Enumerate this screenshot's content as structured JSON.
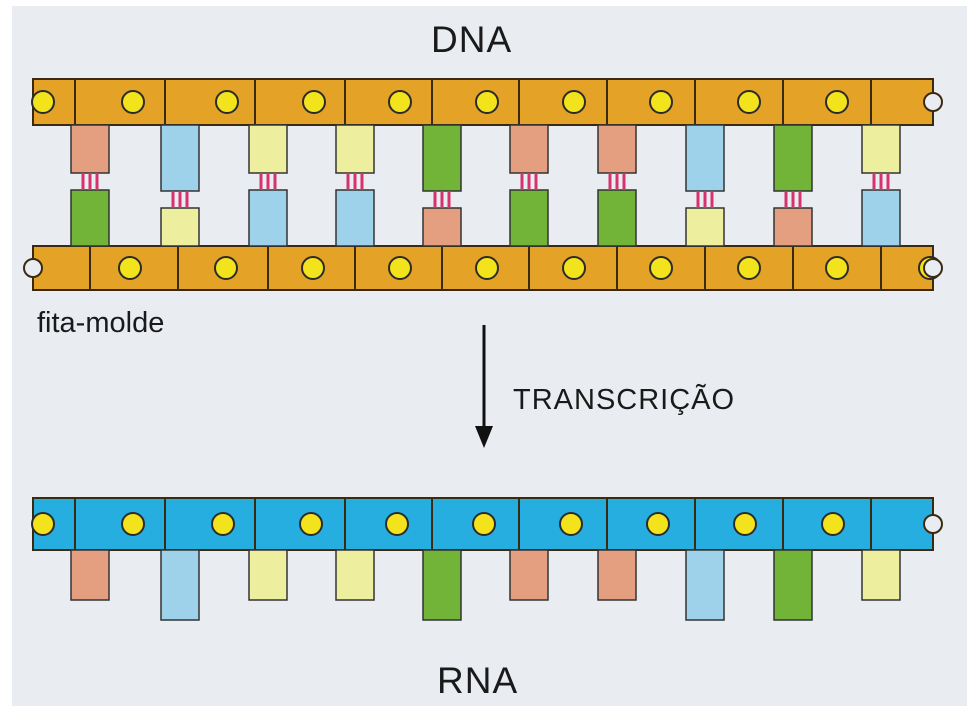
{
  "labels": {
    "dna": "DNA",
    "rna": "RNA",
    "template_strand": "fita-molde",
    "transcription": "TRANSCRIÇÃO"
  },
  "colors": {
    "background": "#e9ecf1",
    "dna_backbone": "#e4a326",
    "rna_backbone": "#27aee0",
    "phosphate": "#f2e31c",
    "base_orange": "#e39f80",
    "base_blue": "#9dd2ea",
    "base_yellow": "#eeef9e",
    "base_green": "#72b437",
    "hydrogen_bond": "#d6336c"
  },
  "dna": {
    "top_strand_bases": [
      "orange",
      "blue",
      "yellow",
      "yellow",
      "green",
      "orange",
      "orange",
      "blue",
      "green",
      "yellow"
    ],
    "template_strand_bases": [
      "green",
      "yellow",
      "blue",
      "blue",
      "orange",
      "green",
      "green",
      "yellow",
      "orange",
      "blue"
    ]
  },
  "rna": {
    "bases": [
      "orange",
      "blue",
      "yellow",
      "yellow",
      "green",
      "orange",
      "orange",
      "blue",
      "green",
      "yellow"
    ]
  }
}
